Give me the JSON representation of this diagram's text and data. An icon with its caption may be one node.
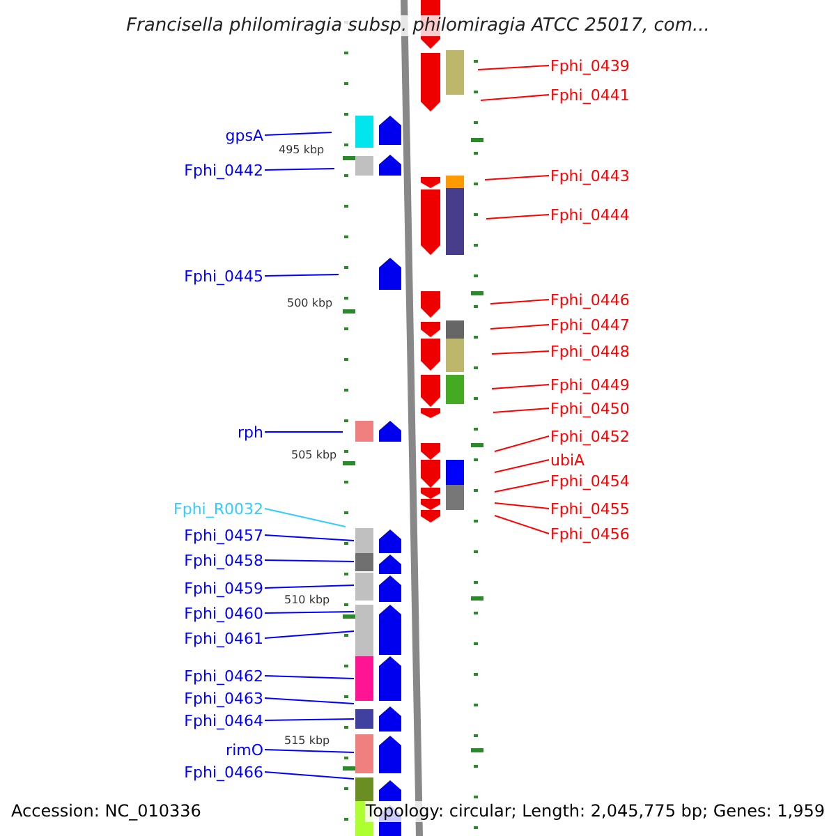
{
  "diagram": {
    "title": "Francisella philomiragia subsp. philomiragia ATCC 25017, com...",
    "nodes": [
      {
        "text": [
          "gpsA"
        ]
      },
      {
        "text": [
          "Fphi_0442"
        ]
      },
      {
        "text": [
          "Fphi_0445"
        ]
      },
      {
        "text": [
          "rph"
        ]
      },
      {
        "text": [
          "Fphi_R0032"
        ]
      },
      {
        "text": [
          "Fphi_0457"
        ]
      },
      {
        "text": [
          "Fphi_0458"
        ]
      },
      {
        "text": [
          "Fphi_0459"
        ]
      },
      {
        "text": [
          "Fphi_0460"
        ]
      },
      {
        "text": [
          "Fphi_0461"
        ]
      },
      {
        "text": [
          "Fphi_0462"
        ]
      },
      {
        "text": [
          "Fphi_0463"
        ]
      },
      {
        "text": [
          "Fphi_0464"
        ]
      },
      {
        "text": [
          "rimO"
        ]
      },
      {
        "text": [
          "Fphi_0466"
        ]
      },
      {
        "text": [
          "Fphi_0439"
        ]
      },
      {
        "text": [
          "Fphi_0441"
        ]
      },
      {
        "text": [
          "Fphi_0443"
        ]
      },
      {
        "text": [
          "Fphi_0444"
        ]
      },
      {
        "text": [
          "Fphi_0446"
        ]
      },
      {
        "text": [
          "Fphi_0447"
        ]
      },
      {
        "text": [
          "Fphi_0448"
        ]
      },
      {
        "text": [
          "Fphi_0449"
        ]
      },
      {
        "text": [
          "Fphi_0450"
        ]
      },
      {
        "text": [
          "Fphi_0452"
        ]
      },
      {
        "text": [
          "ubiA"
        ]
      },
      {
        "text": [
          "Fphi_0454"
        ]
      },
      {
        "text": [
          "Fphi_0455"
        ]
      },
      {
        "text": [
          "Fphi_0456"
        ]
      }
    ],
    "edges": [
      {
        "from": 0,
        "to": null,
        "arrow": "none",
        "color": "#0000ff"
      },
      {
        "from": 1,
        "to": null,
        "arrow": "none",
        "color": "#0000ff"
      },
      {
        "from": 2,
        "to": null,
        "arrow": "none",
        "color": "#0000ff"
      },
      {
        "from": 3,
        "to": null,
        "arrow": "none",
        "color": "#0000ff"
      },
      {
        "from": 4,
        "to": null,
        "arrow": "none",
        "color": "#33ccff"
      },
      {
        "from": 5,
        "to": null,
        "arrow": "none",
        "color": "#0000ff"
      },
      {
        "from": 6,
        "to": null,
        "arrow": "none",
        "color": "#0000ff"
      },
      {
        "from": 7,
        "to": null,
        "arrow": "none",
        "color": "#0000ff"
      },
      {
        "from": 8,
        "to": null,
        "arrow": "none",
        "color": "#0000ff"
      },
      {
        "from": 9,
        "to": null,
        "arrow": "none",
        "color": "#0000ff"
      },
      {
        "from": 10,
        "to": null,
        "arrow": "none",
        "color": "#0000ff"
      },
      {
        "from": 11,
        "to": null,
        "arrow": "none",
        "color": "#0000ff"
      },
      {
        "from": 12,
        "to": null,
        "arrow": "none",
        "color": "#0000ff"
      },
      {
        "from": 13,
        "to": null,
        "arrow": "none",
        "color": "#0000ff"
      },
      {
        "from": 14,
        "to": null,
        "arrow": "none",
        "color": "#0000ff"
      },
      {
        "from": 15,
        "to": null,
        "arrow": "none",
        "color": "#ff0000"
      },
      {
        "from": 16,
        "to": null,
        "arrow": "none",
        "color": "#ff0000"
      },
      {
        "from": 17,
        "to": null,
        "arrow": "none",
        "color": "#ff0000"
      },
      {
        "from": 18,
        "to": null,
        "arrow": "none",
        "color": "#ff0000"
      },
      {
        "from": 19,
        "to": null,
        "arrow": "none",
        "color": "#ff0000"
      },
      {
        "from": 20,
        "to": null,
        "arrow": "none",
        "color": "#ff0000"
      },
      {
        "from": 21,
        "to": null,
        "arrow": "none",
        "color": "#ff0000"
      },
      {
        "from": 22,
        "to": null,
        "arrow": "none",
        "color": "#ff0000"
      },
      {
        "from": 23,
        "to": null,
        "arrow": "none",
        "color": "#ff0000"
      },
      {
        "from": 24,
        "to": null,
        "arrow": "none",
        "color": "#ff0000"
      },
      {
        "from": 25,
        "to": null,
        "arrow": "none",
        "color": "#ff0000"
      },
      {
        "from": 26,
        "to": null,
        "arrow": "none",
        "color": "#ff0000"
      },
      {
        "from": 27,
        "to": null,
        "arrow": "none",
        "color": "#ff0000"
      },
      {
        "from": 28,
        "to": null,
        "arrow": "none",
        "color": "#ff0000"
      }
    ],
    "labels": [
      "495 kbp",
      "500 kbp",
      "505 kbp",
      "510 kbp",
      "515 kbp",
      "Accession: NC_010336",
      "Topology: circular; Length: 2,045,775 bp; Genes: 1,959"
    ]
  }
}
